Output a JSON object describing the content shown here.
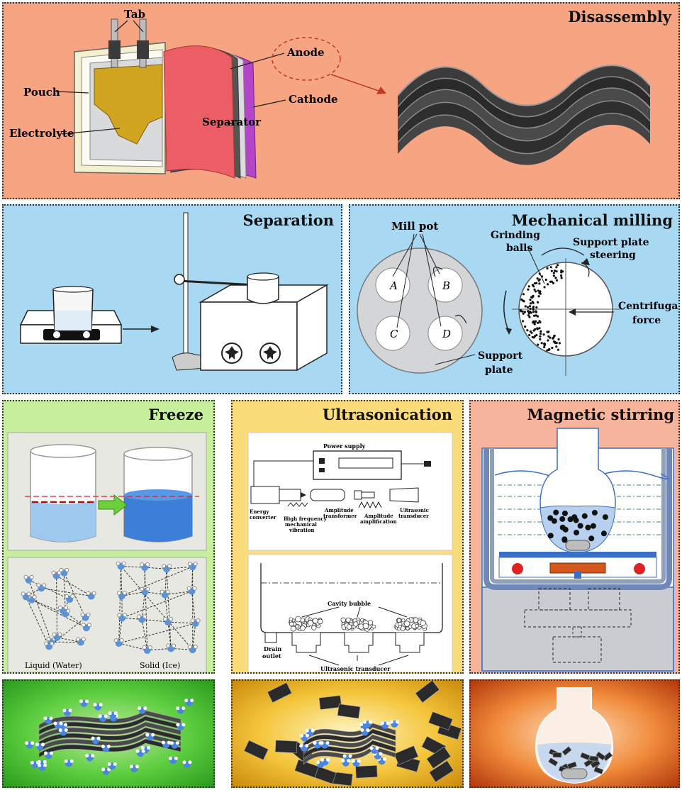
{
  "panels": {
    "disassembly": {
      "title": "Disassembly",
      "labels": {
        "tab": "Tab",
        "anode": "Anode",
        "pouch": "Pouch",
        "cathode": "Cathode",
        "separator": "Separator",
        "electrolyte": "Electrolyte"
      }
    },
    "separation": {
      "title": "Separation"
    },
    "milling": {
      "title": "Mechanical milling",
      "labels": {
        "mill_pot": "Mill pot",
        "grinding": "Grinding",
        "balls": "balls",
        "support_plate_line1": "Support plate",
        "steering": "steering",
        "centrifugal": "Centrifugal",
        "force": "force",
        "support": "Support",
        "plate": "plate",
        "pot_a": "A",
        "pot_b": "B",
        "pot_c": "C",
        "pot_d": "D"
      }
    },
    "freeze": {
      "title": "Freeze",
      "labels": {
        "liquid": "Liquid (Water)",
        "solid": "Solid (Ice)"
      }
    },
    "ultrasonication": {
      "title": "Ultrasonication",
      "labels": {
        "power_supply": "Power supply",
        "energy": "Energy",
        "converter": "converter",
        "hf1": "High frequency",
        "hf2": "mechanical",
        "hf3": "vibration",
        "amp1": "Amplitude",
        "amp2": "transformer",
        "ampa1": "Amplitude",
        "ampa2": "amplification",
        "ut1": "Ultrasonic",
        "ut2": "transducer",
        "cavity": "Cavity bubble",
        "drain1": "Drain",
        "drain2": "outlet",
        "transducer": "Ultrasonic transducer"
      }
    },
    "magnetic": {
      "title": "Magnetic stirring"
    }
  },
  "colors": {
    "disassembly_bg": "#f7a482",
    "separation_bg": "#a9d8f2",
    "freeze_bg": "#c7ee9c",
    "ultra_bg": "#fbdc7a",
    "magnetic_bg": "#f6b49d"
  }
}
